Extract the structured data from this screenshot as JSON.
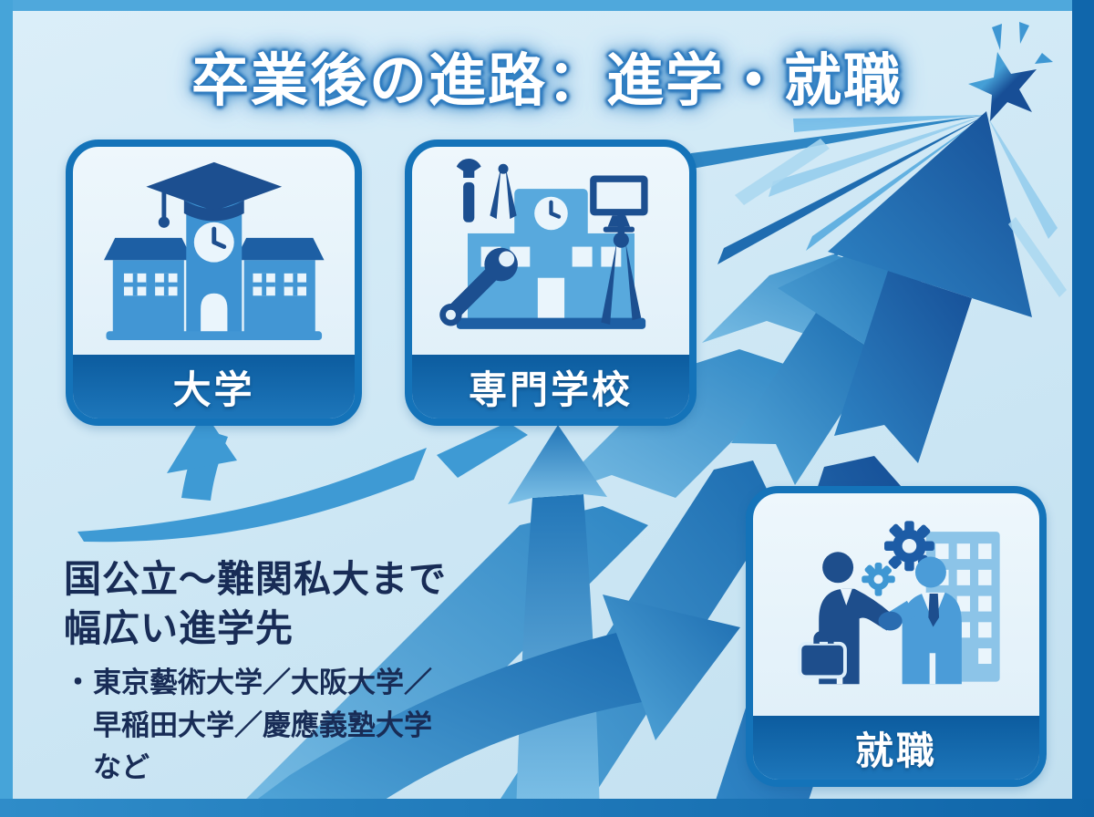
{
  "title": "卒業後の進路：進学・就職",
  "cards": {
    "university": {
      "label": "大学"
    },
    "vocational": {
      "label": "専門学校"
    },
    "employment": {
      "label": "就職"
    }
  },
  "note": {
    "heading_line1": "国公立～難関私大まで",
    "heading_line2": "幅広い進学先",
    "bullet_marker": "・",
    "bullet_line1": "東京藝術大学／大阪大学／",
    "bullet_line2": "早稲田大学／慶應義塾大学",
    "bullet_line3": "など"
  },
  "icons": {
    "university-building-icon": "school building with clock tower and graduation cap",
    "vocational-school-icon": "school building with wrench, drafting compass and computer monitor",
    "employment-handshake-icon": "two businesspeople shaking hands with gears and office building",
    "star-icon": "shooting star burst at arrow convergence point",
    "ray-burst-icon": "rays fanning out from star point"
  },
  "colors": {
    "background": "#cfe8f5",
    "frame_light": "#46a4d9",
    "frame_dark": "#1066ab",
    "card_border": "#1473b9",
    "card_bg": "#e9f4fb",
    "banner_blue": "#0f63a8",
    "arrow_blue": "#2e86c4",
    "arrow_dark": "#1a5ca4",
    "swoosh_blue": "#3e9ad4",
    "text_navy": "#182c56",
    "title_glow": "#2f7ec2",
    "title_text": "#ffffff"
  }
}
